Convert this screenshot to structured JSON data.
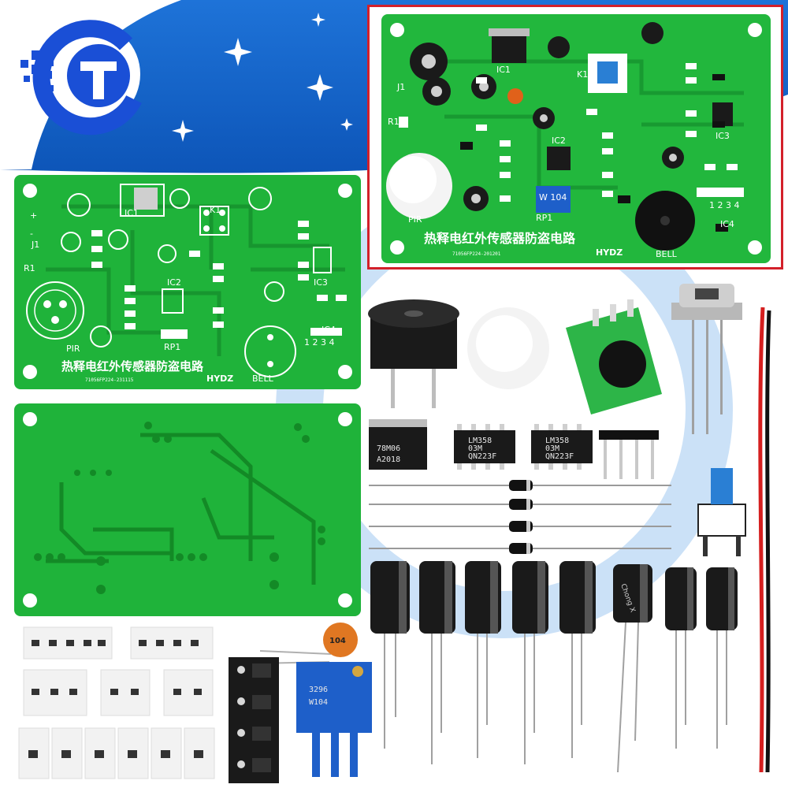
{
  "board": {
    "title_cn": "热释电红外传感器防盗电路",
    "serial_front": "71056FP224-231115",
    "serial_inset": "71056FP224-201201",
    "brand": "HYDZ",
    "pir_label": "PIR",
    "bell_label": "BELL",
    "ic4_pins": "1 2 3 4",
    "rp1_label": "RP1"
  },
  "components": {
    "regulator_line1": "78M06",
    "regulator_line2": "A2018",
    "opamp1_line1": "LM358",
    "opamp1_line2": "03M",
    "opamp1_line3": "QN223F",
    "opamp2_line1": "LM358",
    "opamp2_line2": "03M",
    "opamp2_line3": "QN223F",
    "ceramic_cap": "104",
    "trimmer_line1": "3296",
    "trimmer_line2": "W104",
    "inset_trimmer": "W 104",
    "cap_brand": "Chong X"
  },
  "colors": {
    "pcb_green": "#1fb33a",
    "pcb_dark": "#138a26",
    "sky_blue": "#1976e0",
    "highlight_red": "#d3202a",
    "logo_blue": "#1a4fd6"
  }
}
